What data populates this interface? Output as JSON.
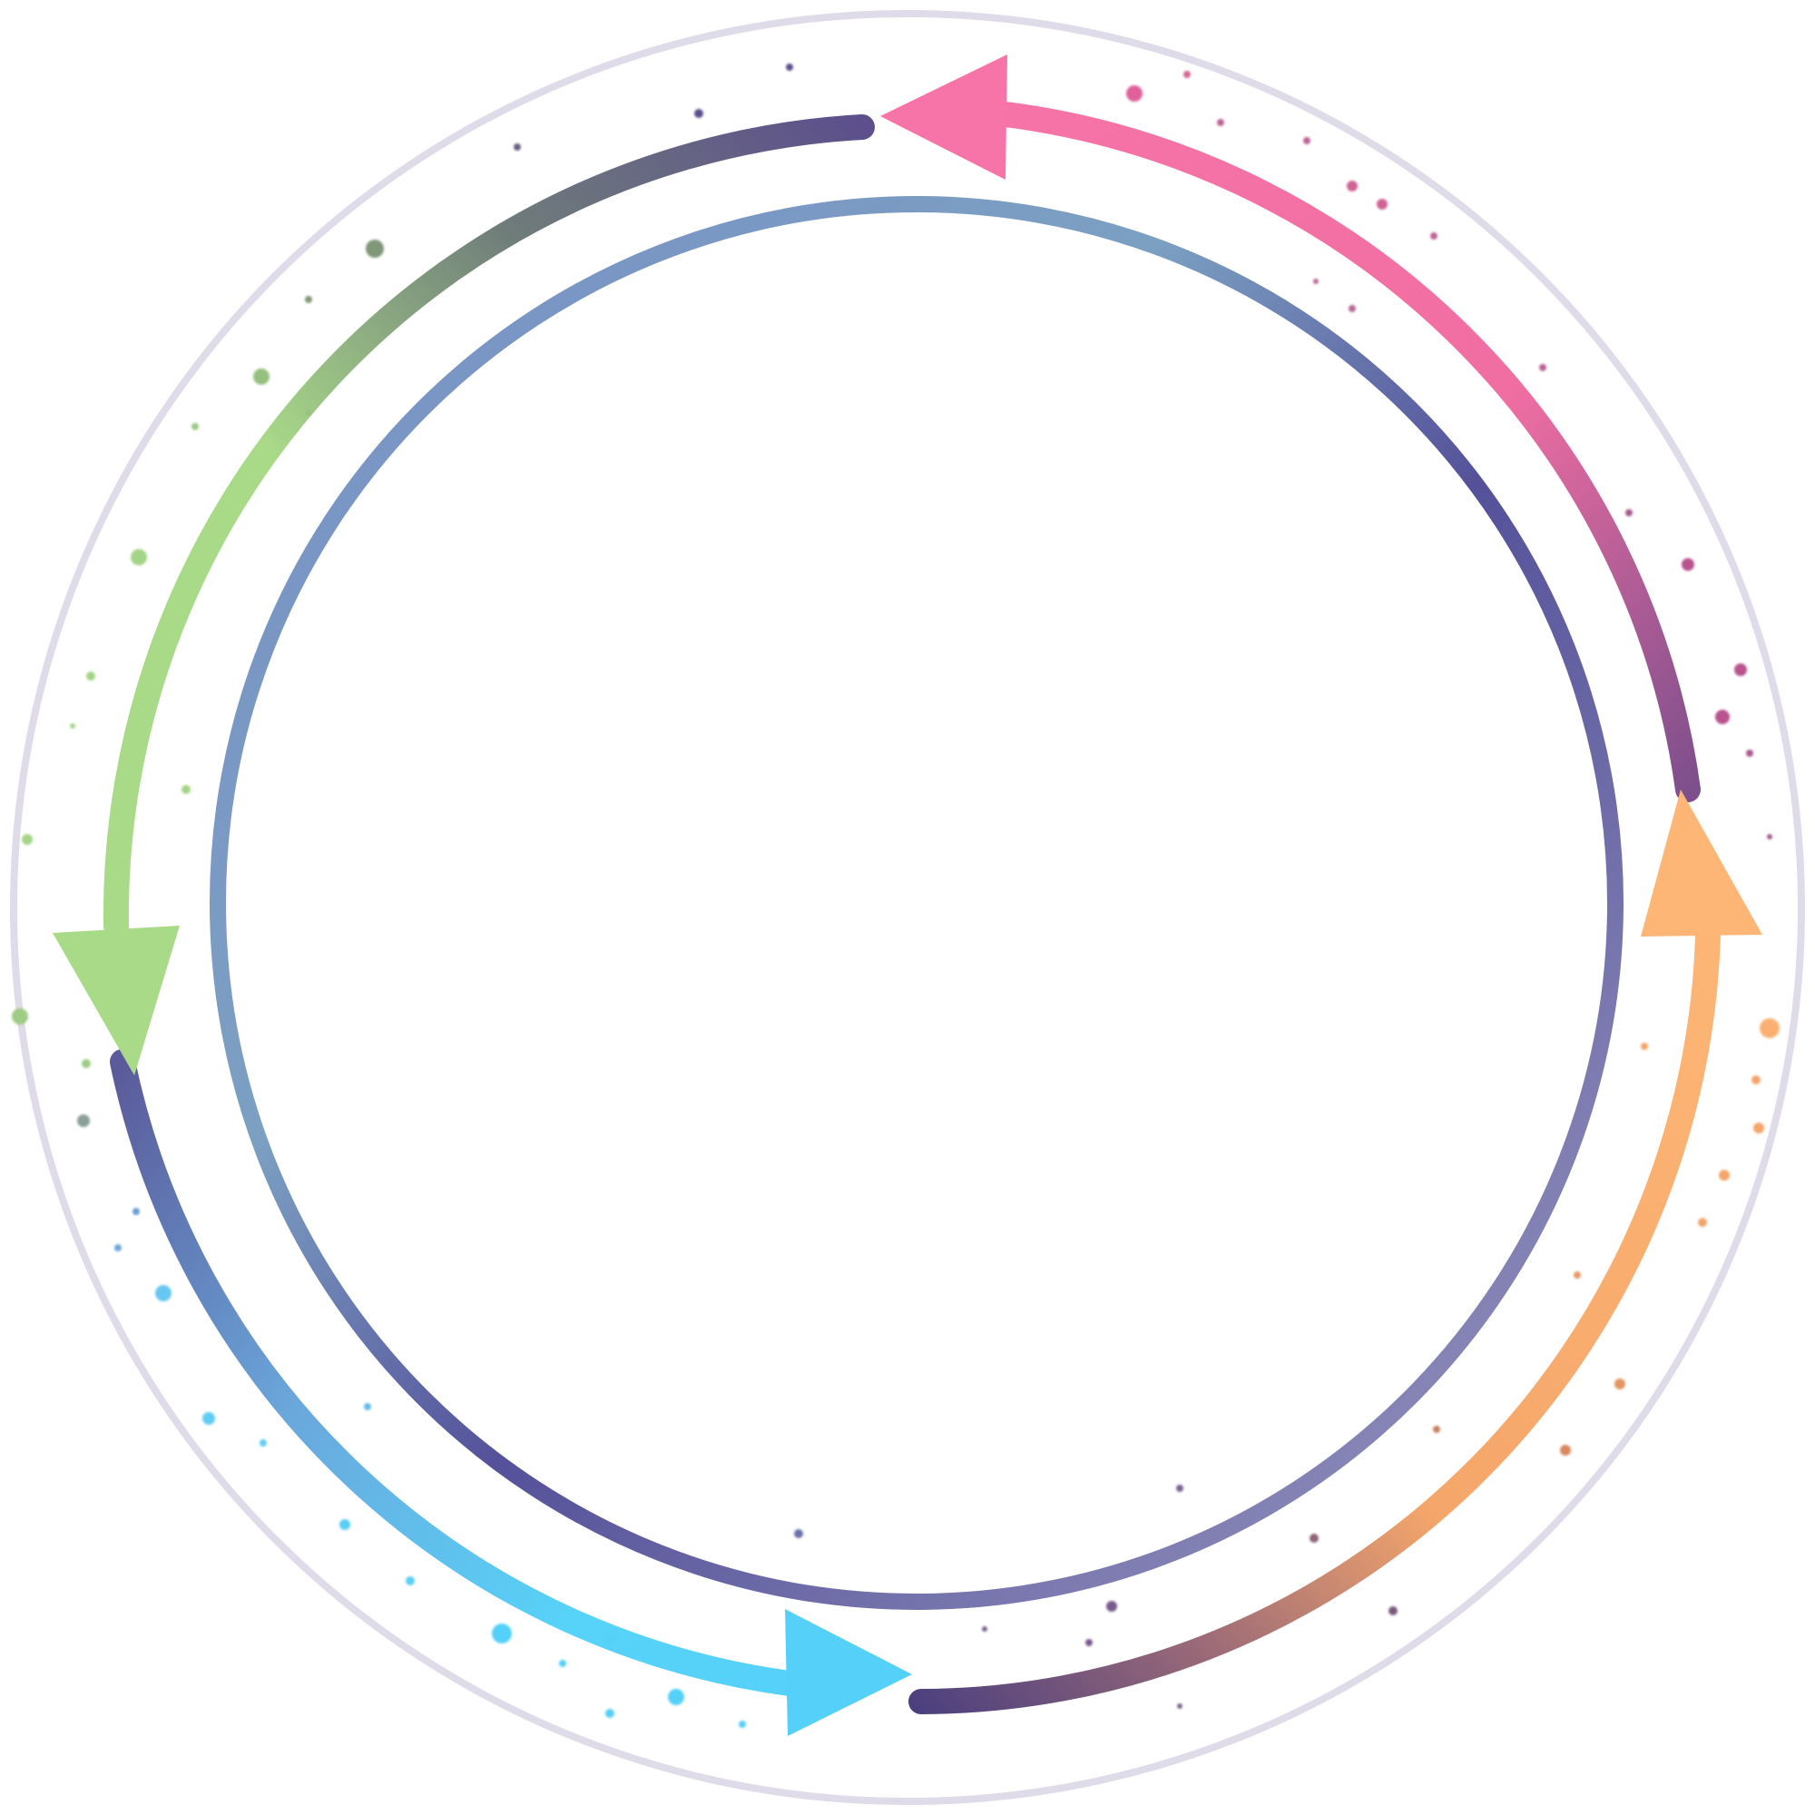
{
  "diagram": {
    "type": "cycle",
    "arrow_count": 4,
    "direction": "counter-clockwise",
    "colors": {
      "outer_ring": "#cfc8dc",
      "inner_ring_start": "#55519a",
      "inner_ring_mid": "#7e9cc8",
      "inner_ring_end": "#9a9ac0",
      "dark_tail": "#55458a",
      "pink": "#f774a8",
      "orange": "#fdb675",
      "blue": "#57d3f9",
      "green": "#a9da88"
    },
    "arrows": [
      {
        "name": "pink-arrow",
        "color": "#f774a8",
        "tail_color": "#8a4e8e"
      },
      {
        "name": "green-arrow",
        "color": "#a9da88",
        "tail_color": "#5d5a8c"
      },
      {
        "name": "blue-arrow",
        "color": "#57d3f9",
        "tail_color": "#5b5a9a"
      },
      {
        "name": "orange-arrow",
        "color": "#fdb675",
        "tail_color": "#4b3f7e"
      }
    ]
  }
}
